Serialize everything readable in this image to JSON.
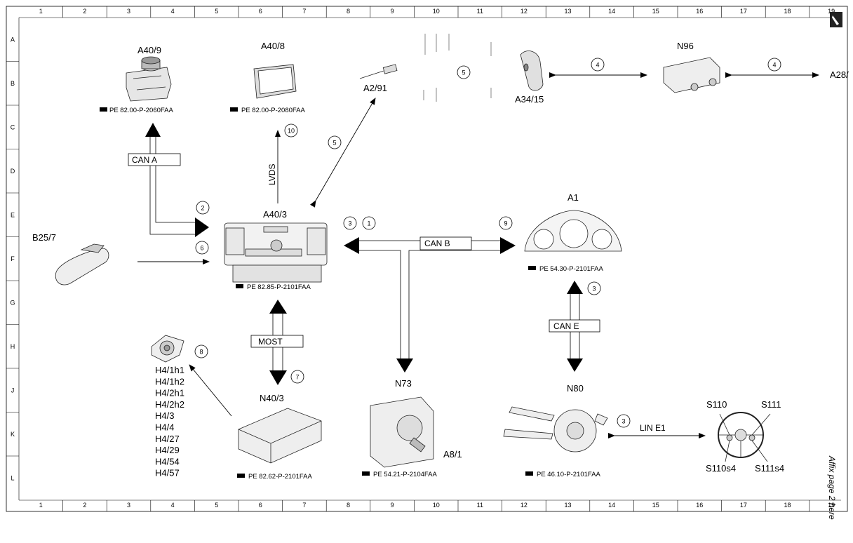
{
  "grid": {
    "cols": [
      "1",
      "2",
      "3",
      "4",
      "5",
      "6",
      "7",
      "8",
      "9",
      "10",
      "11",
      "12",
      "13",
      "14",
      "15",
      "16",
      "17",
      "18",
      "19"
    ],
    "rows": [
      "A",
      "B",
      "C",
      "D",
      "E",
      "F",
      "G",
      "H",
      "J",
      "K",
      "L"
    ]
  },
  "components": {
    "a40_9": {
      "label": "A40/9",
      "ref": "PE 82.00-P-2060FAA"
    },
    "a40_8": {
      "label": "A40/8",
      "ref": "PE 82.00-P-2080FAA"
    },
    "a2_91": {
      "label": "A2/91"
    },
    "a34_15": {
      "label": "A34/15"
    },
    "n96": {
      "label": "N96"
    },
    "a28": {
      "label": "A28/"
    },
    "a40_3": {
      "label": "A40/3",
      "ref": "PE 82.85-P-2101FAA"
    },
    "b25_7": {
      "label": "B25/7"
    },
    "a1": {
      "label": "A1",
      "ref": "PE 54.30-P-2101FAA"
    },
    "n40_3": {
      "label": "N40/3",
      "ref": "PE 82.62-P-2101FAA"
    },
    "n73": {
      "label": "N73",
      "ref": "PE 54.21-P-2104FAA"
    },
    "a8_1": {
      "label": "A8/1"
    },
    "n80": {
      "label": "N80",
      "ref": "PE 46.10-P-2101FAA"
    },
    "s110": {
      "label": "S110"
    },
    "s111": {
      "label": "S111"
    },
    "s110s4": {
      "label": "S110s4"
    },
    "s111s4": {
      "label": "S111s4"
    },
    "speakers": [
      "H4/1h1",
      "H4/1h2",
      "H4/2h1",
      "H4/2h2",
      "H4/3",
      "H4/4",
      "H4/27",
      "H4/29",
      "H4/54",
      "H4/57"
    ]
  },
  "buses": {
    "can_a": "CAN A",
    "can_b": "CAN B",
    "can_e": "CAN E",
    "most": "MOST",
    "lvds": "LVDS",
    "lin_e1": "LIN E1"
  },
  "markers": {
    "m_a40_9": "2",
    "m_b25_7": "6",
    "m_a40_8": "10",
    "m_a2_91": "5",
    "m_antenna": "5",
    "m_n96_left": "4",
    "m_n96_right": "4",
    "m_a40_3_a": "3",
    "m_a40_3_b": "1",
    "m_a1_left": "9",
    "m_a1_bottom": "3",
    "m_n40_3": "7",
    "m_speakers": "8",
    "m_n80": "3"
  },
  "side_note": "Affix page 2 here"
}
